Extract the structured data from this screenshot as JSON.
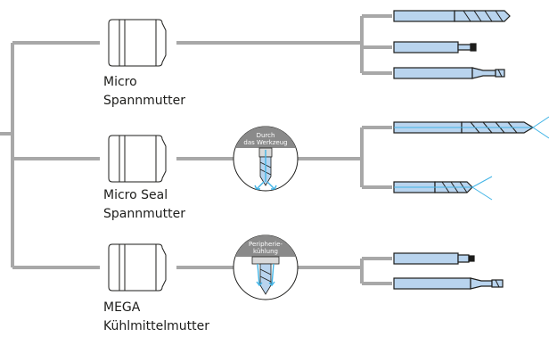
{
  "nuts": [
    {
      "line1": "Micro",
      "line2": "Spannmutter"
    },
    {
      "line1": "Micro Seal",
      "line2": "Spannmutter"
    },
    {
      "line1": "MEGA",
      "line2": "Kühlmittelmutter"
    }
  ],
  "coolant_badges": [
    {
      "line1": "Durch",
      "line2": "das Werkzeug"
    },
    {
      "line1": "Peripherie-",
      "line2": "kühlung"
    }
  ],
  "colors": {
    "connector": "#a8a8a8",
    "tool_fill": "#b9d4ee",
    "tool_stroke": "#1d1d1b",
    "coolant": "#41b4e6",
    "badge_band": "#8a8a8a",
    "nut_fill": "#ffffff"
  },
  "icons": [
    "collet-nut-icon",
    "drill-tool-icon",
    "end-mill-tool-icon",
    "coolant-spray-icon"
  ]
}
